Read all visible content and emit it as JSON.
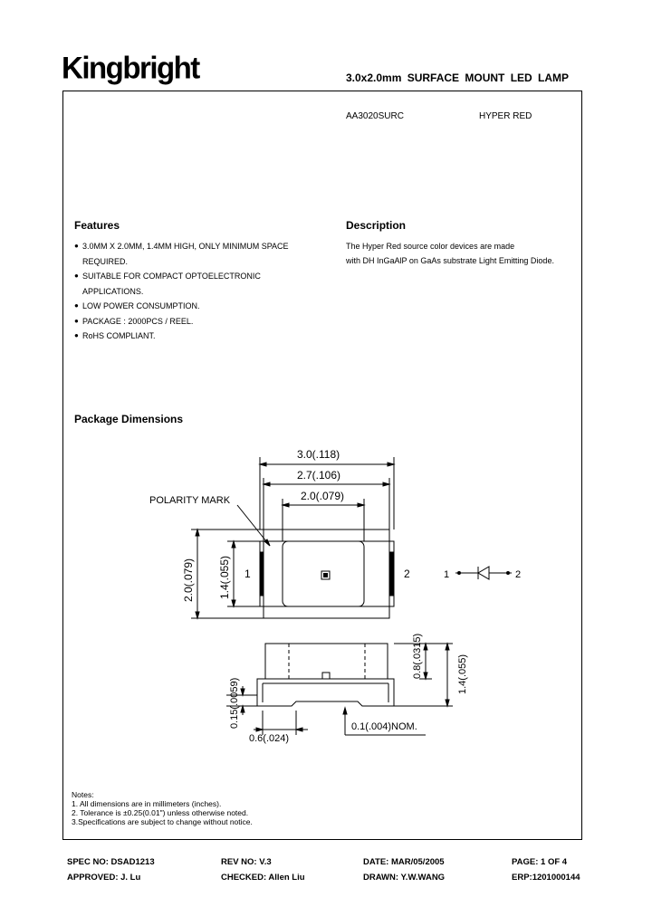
{
  "header": {
    "logo": "Kingbright",
    "title": "3.0x2.0mm  SURFACE  MOUNT  LED  LAMP"
  },
  "part": {
    "number": "AA3020SURC",
    "color": "HYPER  RED"
  },
  "features": {
    "heading": "Features",
    "items": [
      "3.0MM X 2.0MM, 1.4MM HIGH, ONLY MINIMUM SPACE REQUIRED.",
      "SUITABLE FOR COMPACT OPTOELECTRONIC APPLICATIONS.",
      "LOW POWER CONSUMPTION.",
      "PACKAGE : 2000PCS / REEL.",
      "RoHS COMPLIANT."
    ]
  },
  "description": {
    "heading": "Description",
    "line1": "The Hyper Red source color devices are made",
    "line2": "with DH InGaAlP on GaAs substrate Light Emitting Diode."
  },
  "package": {
    "heading": "Package Dimensions",
    "dim_width_total": "3.0(.118)",
    "dim_width_inner": "2.7(.106)",
    "dim_width_pad": "2.0(.079)",
    "polarity_mark": "POLARITY  MARK",
    "dim_height": "2.0(.079)",
    "dim_lens_height": "1.4(.055)",
    "pin_1": "1",
    "pin_2": "2",
    "symbol_pin_1": "1",
    "symbol_pin_2": "2",
    "dim_side_lead": "0.15(.0059)",
    "dim_side_lens": "0.8(.0315)",
    "dim_side_total": "1.4(.055)",
    "dim_side_pad": "0.6(.024)",
    "dim_side_nom": "0.1(.004)NOM."
  },
  "notes": {
    "title": "Notes:",
    "n1": "1. All dimensions are in millimeters (inches).",
    "n2": "2. Tolerance is ±0.25(0.01\") unless otherwise noted.",
    "n3": "3.Specifications are subject to change without notice."
  },
  "footer": {
    "spec_no": "SPEC NO: DSAD1213",
    "rev_no": "REV NO: V.3",
    "date": "DATE: MAR/05/2005",
    "page": "PAGE: 1 OF 4",
    "approved": "APPROVED: J. Lu",
    "checked": "CHECKED: Allen Liu",
    "drawn": "DRAWN: Y.W.WANG",
    "erp": "ERP:1201000144"
  }
}
